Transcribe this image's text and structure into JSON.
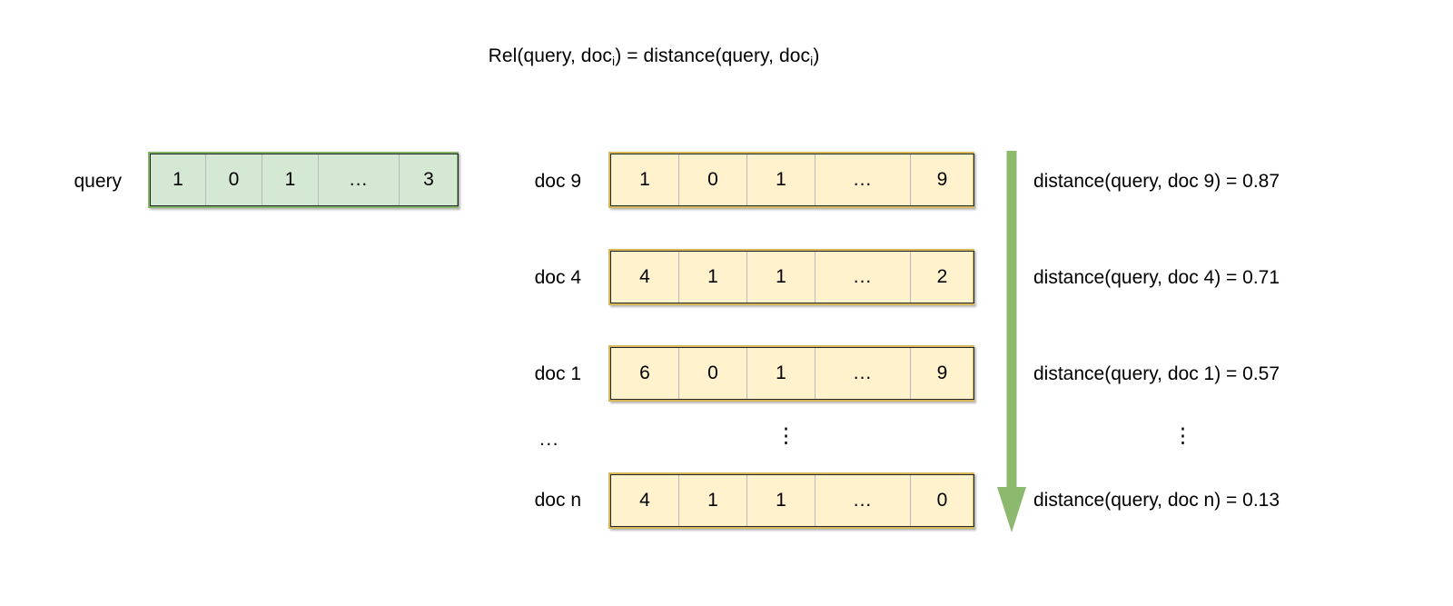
{
  "diagram": {
    "title_prefix": "Rel(query, doc",
    "title_sub1": "i",
    "title_mid": ") = distance(query, doc",
    "title_sub2": "i",
    "title_suffix": ")",
    "title_plain": "Rel(query, doc_i) = distance(query, doc_i)",
    "colors": {
      "query_fill": "#d5e8d4",
      "query_border": "#82b366",
      "doc_fill": "#fff2cc",
      "doc_border": "#d6b656",
      "cell_divider": "#b9b9b9",
      "inner_border": "#23262b",
      "arrow": "#8cb96e",
      "text": "#000000",
      "background": "#ffffff"
    },
    "query": {
      "label": "query",
      "cells": [
        "1",
        "0",
        "1",
        "...",
        "3"
      ]
    },
    "docs": [
      {
        "label": "doc 9",
        "cells": [
          "1",
          "0",
          "1",
          "...",
          "9"
        ],
        "caption": "distance(query, doc 9) = 0.87",
        "distance": 0.87
      },
      {
        "label": "doc 4",
        "cells": [
          "4",
          "1",
          "1",
          "...",
          "2"
        ],
        "caption": "distance(query, doc 4) = 0.71",
        "distance": 0.71
      },
      {
        "label": "doc 1",
        "cells": [
          "6",
          "0",
          "1",
          "...",
          "9"
        ],
        "caption": "distance(query, doc 1) = 0.57",
        "distance": 0.57
      },
      {
        "label": "doc n",
        "cells": [
          "4",
          "1",
          "1",
          "...",
          "0"
        ],
        "caption": "distance(query, doc n) = 0.13",
        "distance": 0.13
      }
    ],
    "ellipsis": {
      "row_label": "...",
      "vector_column": "⋮",
      "caption_column": "⋮"
    },
    "arrow": {
      "icon": "down-arrow-icon",
      "direction": "down",
      "meaning": "decreasing distance"
    }
  }
}
